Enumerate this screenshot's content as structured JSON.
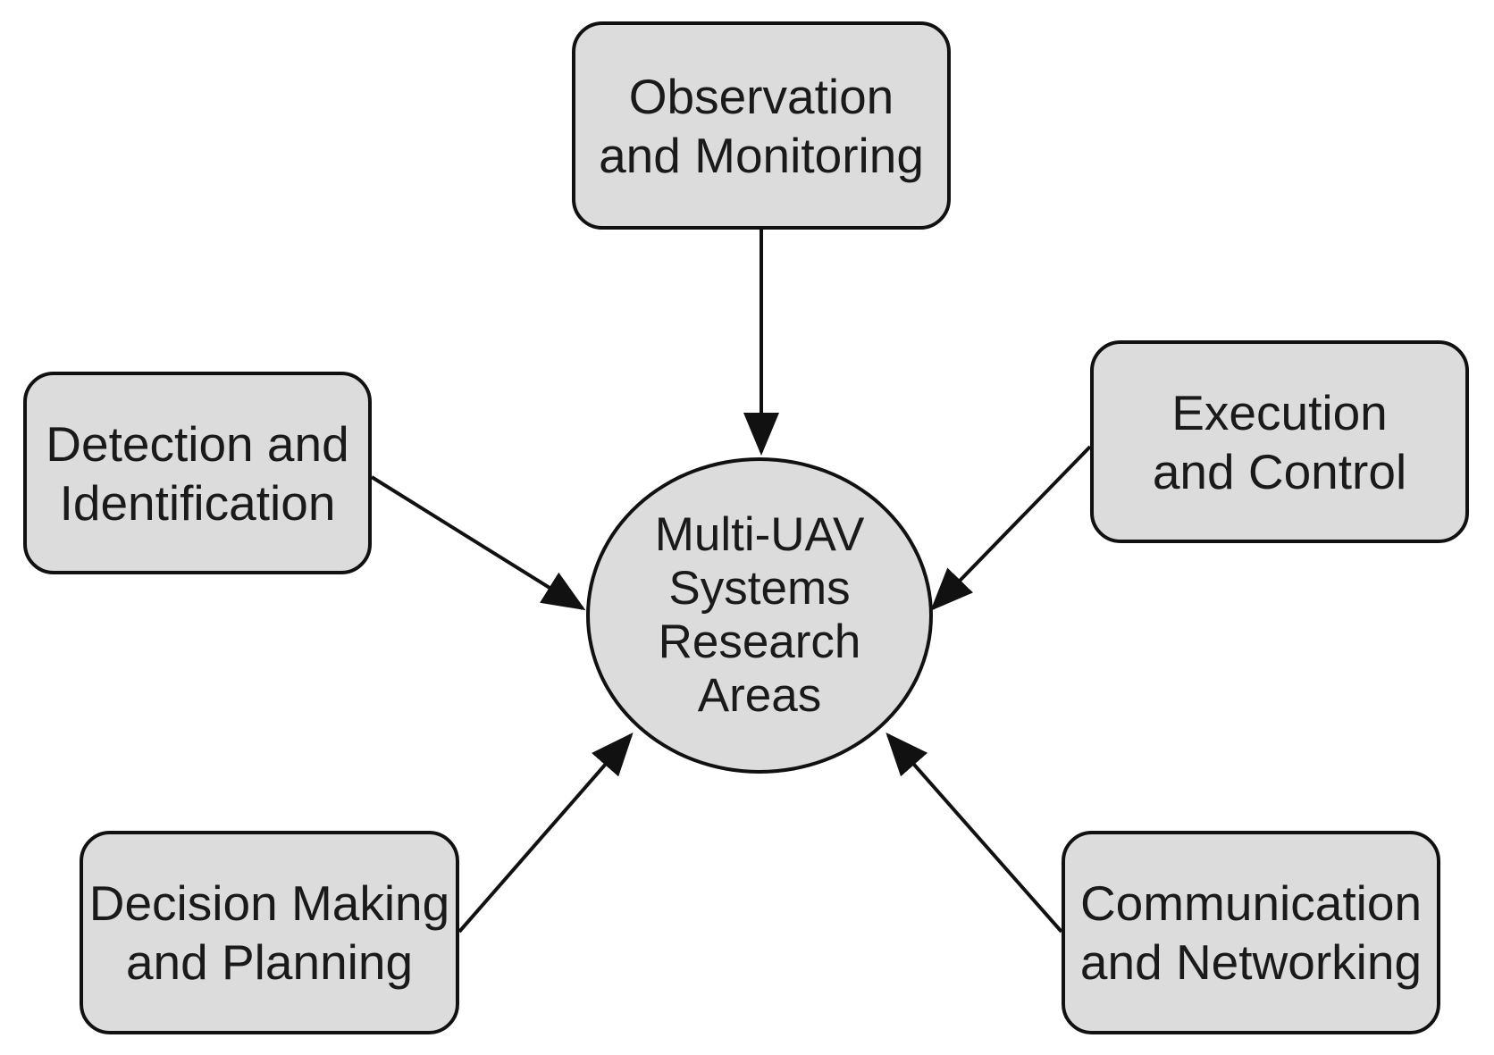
{
  "diagram": {
    "center": {
      "lines": [
        "Multi-UAV",
        "Systems",
        "Research",
        "Areas"
      ]
    },
    "nodes": {
      "observation": {
        "lines": [
          "Observation",
          "and Monitoring"
        ]
      },
      "detection": {
        "lines": [
          "Detection and",
          "Identification"
        ]
      },
      "execution": {
        "lines": [
          "Execution",
          "and Control"
        ]
      },
      "decision": {
        "lines": [
          "Decision Making",
          "and Planning"
        ]
      },
      "communication": {
        "lines": [
          "Communication",
          "and Networking"
        ]
      }
    },
    "edges": [
      {
        "from": "observation",
        "to": "center"
      },
      {
        "from": "detection",
        "to": "center"
      },
      {
        "from": "execution",
        "to": "center"
      },
      {
        "from": "decision",
        "to": "center"
      },
      {
        "from": "communication",
        "to": "center"
      }
    ],
    "colors": {
      "node_fill": "#dcdcdc",
      "stroke": "#111111",
      "text": "#1a1a1a"
    }
  }
}
